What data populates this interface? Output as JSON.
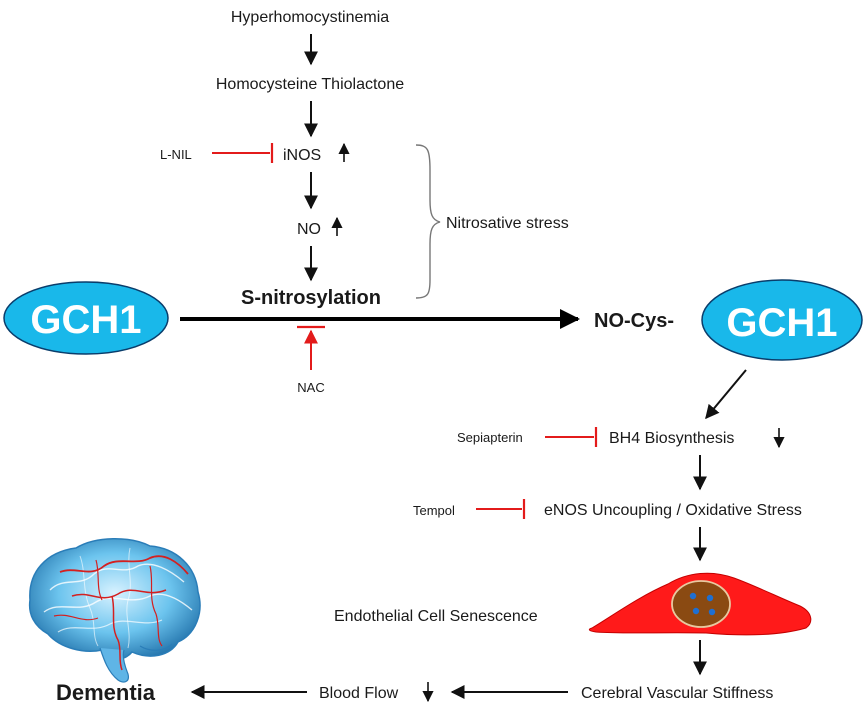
{
  "nodes": {
    "hyperhomocystinemia": "Hyperhomocystinemia",
    "thiolactone": "Homocysteine Thiolactone",
    "inos": "iNOS",
    "no": "NO",
    "snitrosylation": "S-nitrosylation",
    "gch1_left": "GCH1",
    "gch1_right": "GCH1",
    "nocys": "NO-Cys-",
    "bh4": "BH4 Biosynthesis",
    "enos": "eNOS Uncoupling / Oxidative Stress",
    "senescence": "Endothelial Cell Senescence",
    "stiffness": "Cerebral Vascular Stiffness",
    "bloodflow": "Blood Flow",
    "dementia": "Dementia"
  },
  "inhibitors": {
    "lnil": "L-NIL",
    "nac": "NAC",
    "sepiapterin": "Sepiapterin",
    "tempol": "Tempol"
  },
  "brace_label": "Nitrosative stress",
  "colors": {
    "inhibitor": "#e31b1b",
    "gch1_fill": "#19b8ea",
    "cell": "#ff1a1a",
    "nucleus": "#8a4a12"
  },
  "icons": [
    "brain-image",
    "endothelial-cell-image"
  ]
}
